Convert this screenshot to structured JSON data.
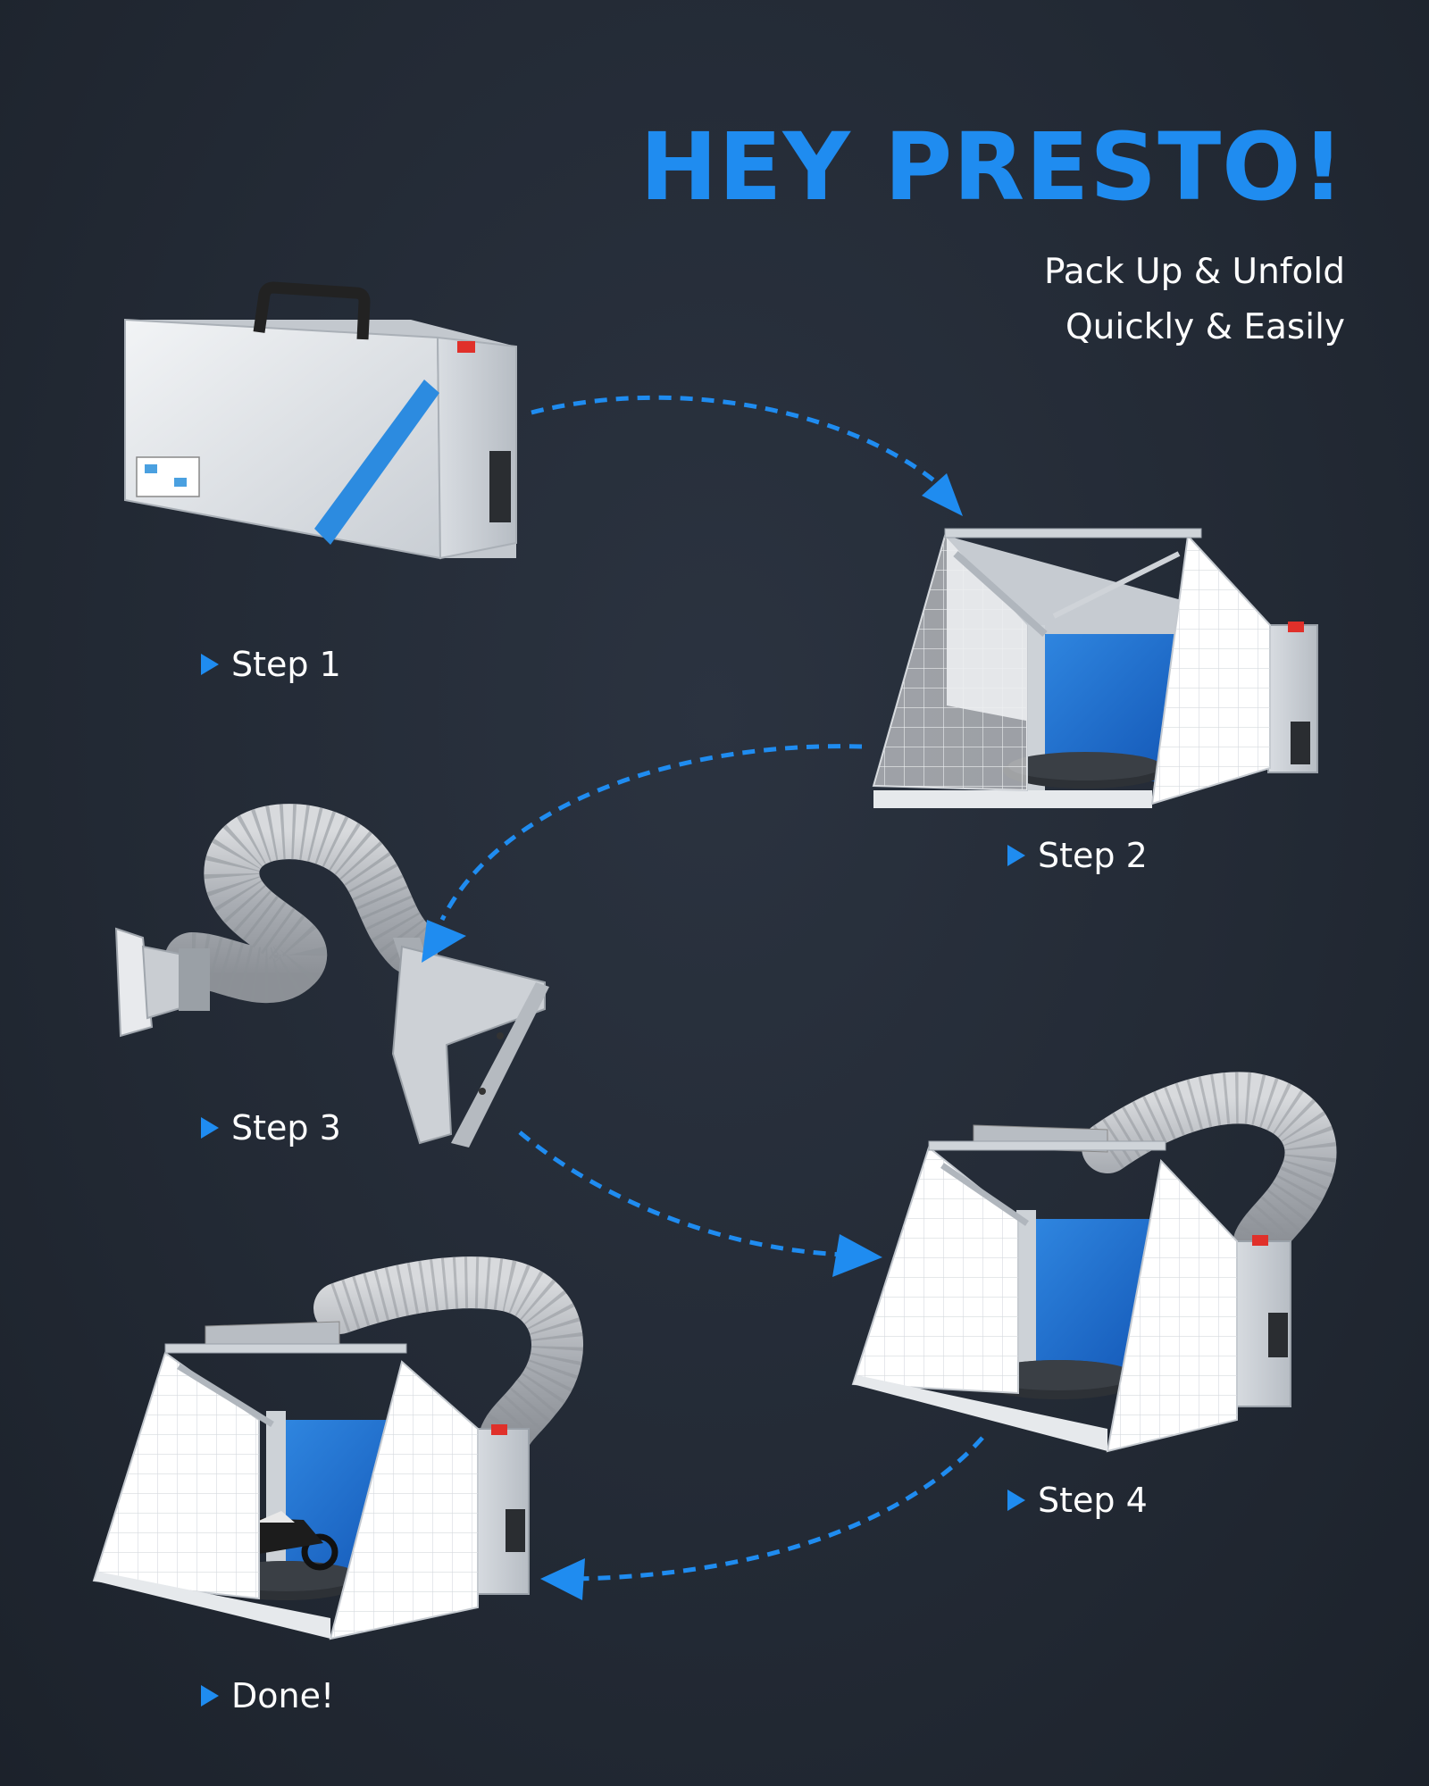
{
  "header": {
    "title": "HEY PRESTO!",
    "subtitle_line1": "Pack Up & Unfold",
    "subtitle_line2": "Quickly & Easily"
  },
  "steps": [
    {
      "label": "Step 1"
    },
    {
      "label": "Step 2"
    },
    {
      "label": "Step 3"
    },
    {
      "label": "Step 4"
    },
    {
      "label": "Done!"
    }
  ],
  "colors": {
    "accent": "#1f8cf0",
    "background": "#232a35",
    "booth_blue": "#1a63c4"
  },
  "icons": {
    "step_marker": "play-triangle-icon",
    "flow": "dashed-arrow-icon"
  }
}
